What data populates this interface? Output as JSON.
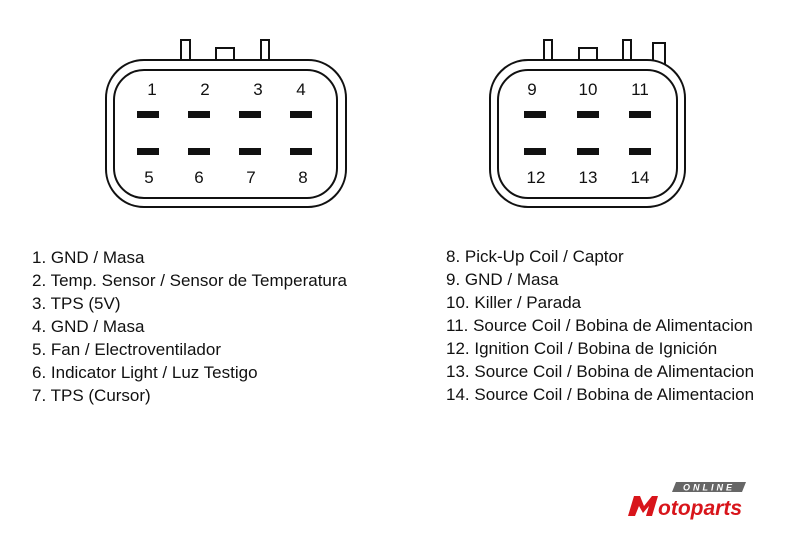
{
  "connector_a": {
    "top_pins": [
      "1",
      "2",
      "3",
      "4"
    ],
    "bottom_pins": [
      "5",
      "6",
      "7",
      "8"
    ]
  },
  "connector_b": {
    "top_pins": [
      "9",
      "10",
      "11"
    ],
    "bottom_pins": [
      "12",
      "13",
      "14"
    ]
  },
  "legend_left": [
    "1. GND / Masa",
    "2. Temp. Sensor / Sensor de Temperatura",
    "3. TPS (5V)",
    "4. GND / Masa",
    "5. Fan / Electroventilador",
    "6. Indicator Light / Luz Testigo",
    "7. TPS (Cursor)"
  ],
  "legend_right": [
    "8. Pick-Up Coil / Captor",
    "9. GND / Masa",
    "10. Killer / Parada",
    "11. Source Coil / Bobina de Alimentacion",
    "12. Ignition Coil / Bobina de Ignición",
    "13. Source Coil / Bobina de Alimentacion",
    "14. Source Coil / Bobina de Alimentacion"
  ],
  "logo": {
    "tag": "ONLINE",
    "name": "Motoparts",
    "brand_color": "#d8151b",
    "tag_color": "#666666"
  }
}
